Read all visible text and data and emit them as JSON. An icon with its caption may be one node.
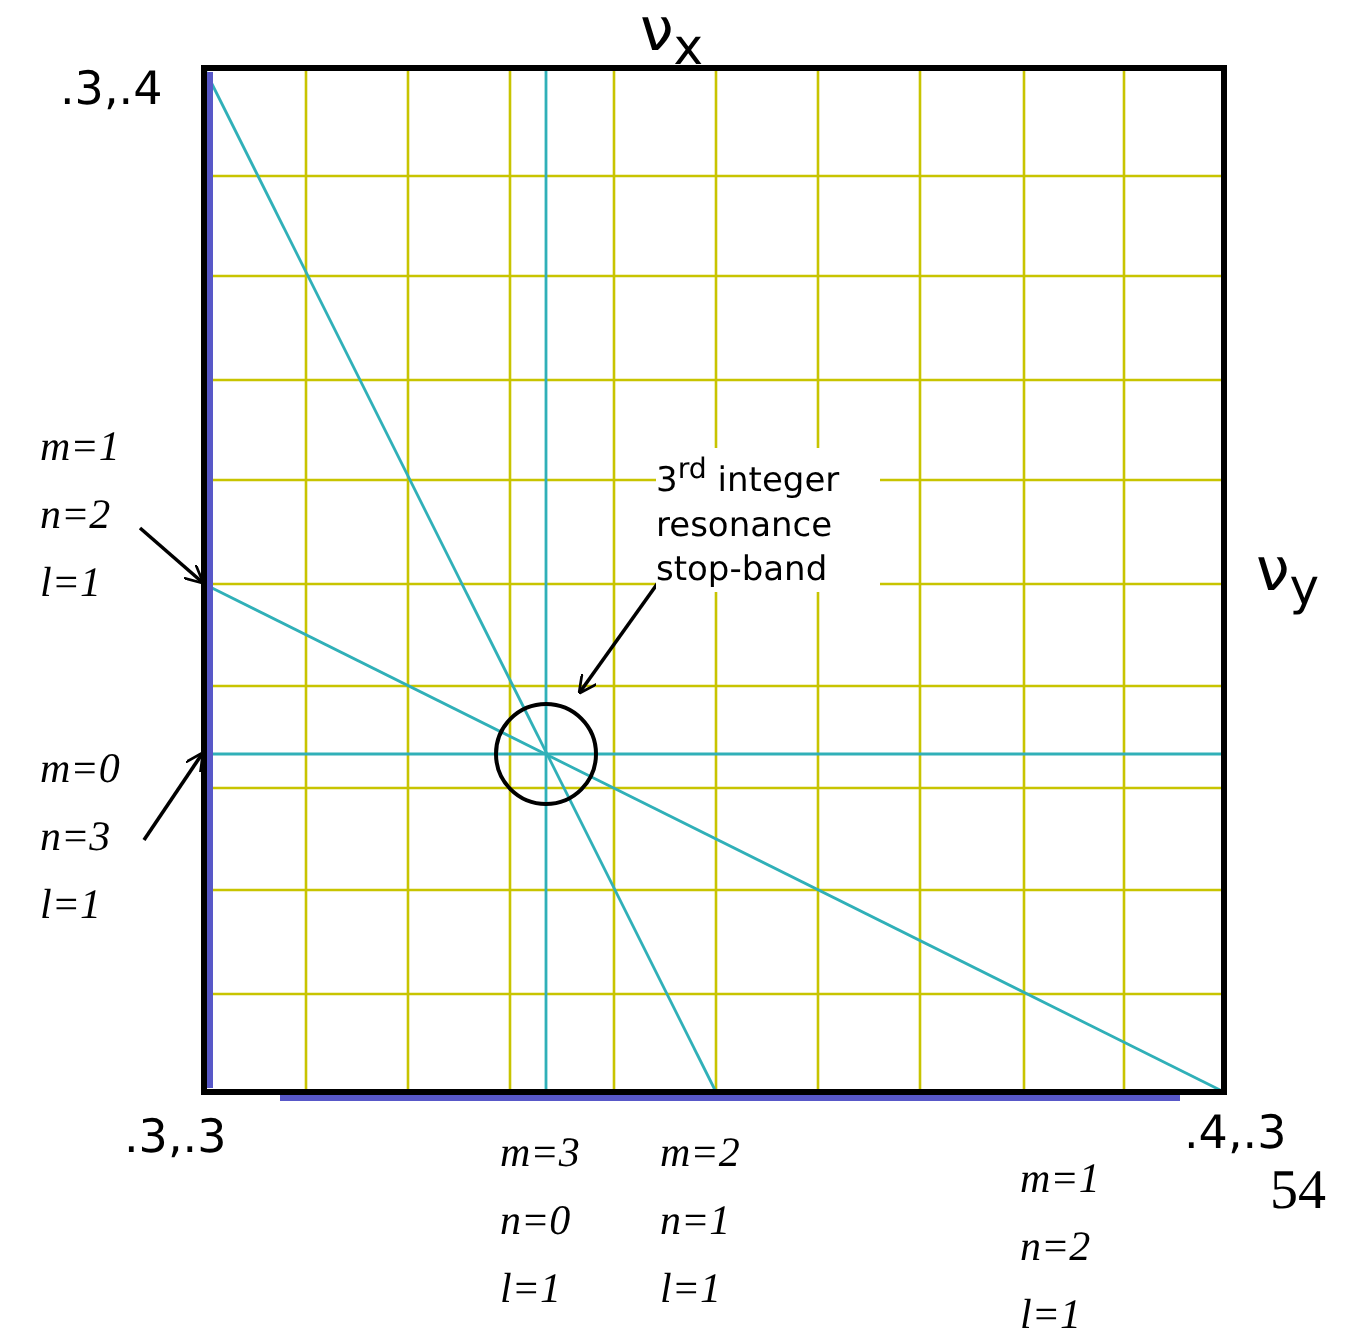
{
  "diagram": {
    "nodes": [
      {
        "text": [
          "m=1 n=2 l=1"
        ]
      },
      {
        "text": [
          "m=0 n=3 l=1"
        ]
      },
      {
        "text": [
          "3$^{rd}$ integer resonance stop-band"
        ]
      },
      {
        "text": [],
        "shape": "circle"
      }
    ],
    "edges": [
      {
        "from": 0,
        "to": null,
        "arrow": "to"
      },
      {
        "from": 1,
        "to": null,
        "arrow": "to"
      },
      {
        "from": 2,
        "to": 3,
        "arrow": "to"
      }
    ],
    "labels": [
      "ν$_{x}$",
      ".3,.4",
      "ν$_{y}$",
      ".3,.3",
      ".4,.3",
      "m=3 n=0 l=1",
      "m=2 n=1 l=1",
      "m=1 n=2 l=1",
      "54"
    ]
  }
}
